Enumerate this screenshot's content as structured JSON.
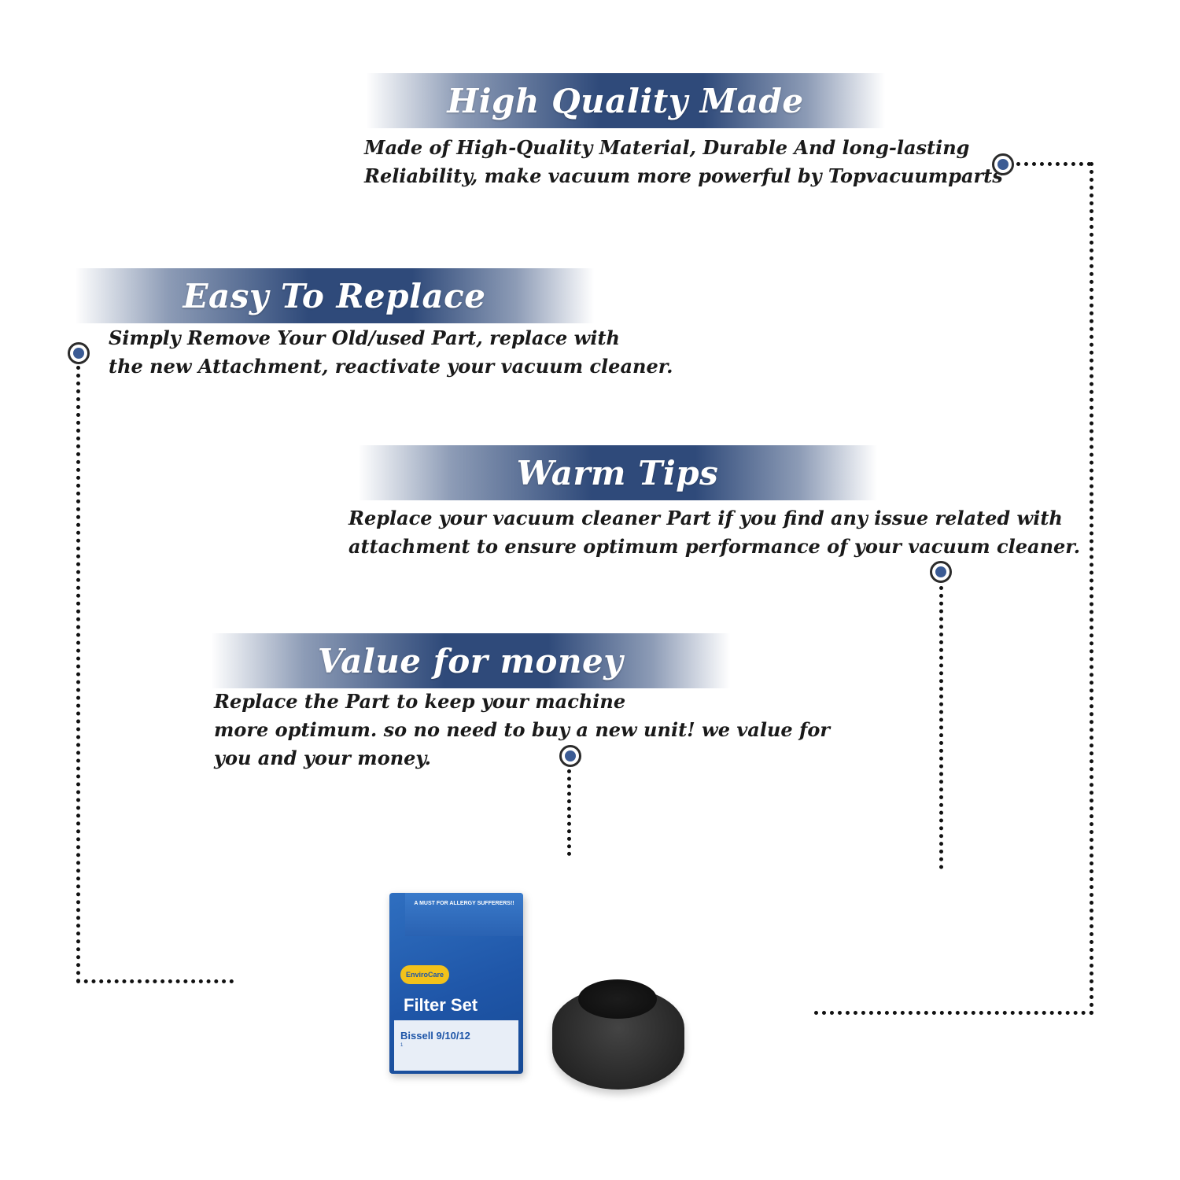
{
  "sections": [
    {
      "title": "High Quality Made",
      "lines": [
        "Made of  High-Quality Material, Durable And long-lasting",
        "Reliability, make vacuum more powerful by Topvacuumparts"
      ]
    },
    {
      "title": "Easy To Replace",
      "lines": [
        "Simply Remove Your Old/used Part, replace with",
        "the new Attachment, reactivate your vacuum cleaner."
      ]
    },
    {
      "title": "Warm Tips",
      "lines": [
        "Replace your vacuum cleaner Part if you find any issue related with",
        " attachment to ensure optimum performance of your vacuum cleaner."
      ]
    },
    {
      "title": "Value for money",
      "lines": [
        "Replace the Part to keep your machine",
        "more optimum. so no need to buy a new unit! we value for",
        "you and your money."
      ]
    }
  ],
  "product": {
    "tab_text": "A MUST FOR ALLERGY SUFFERERS!!",
    "brand": "EnviroCare",
    "name": "Filter Set",
    "model": "Bissell 9/10/12",
    "count": "1"
  },
  "colors": {
    "banner": "#2f4a7a",
    "marker": "#3b5b94",
    "box": "#1f56a8"
  }
}
